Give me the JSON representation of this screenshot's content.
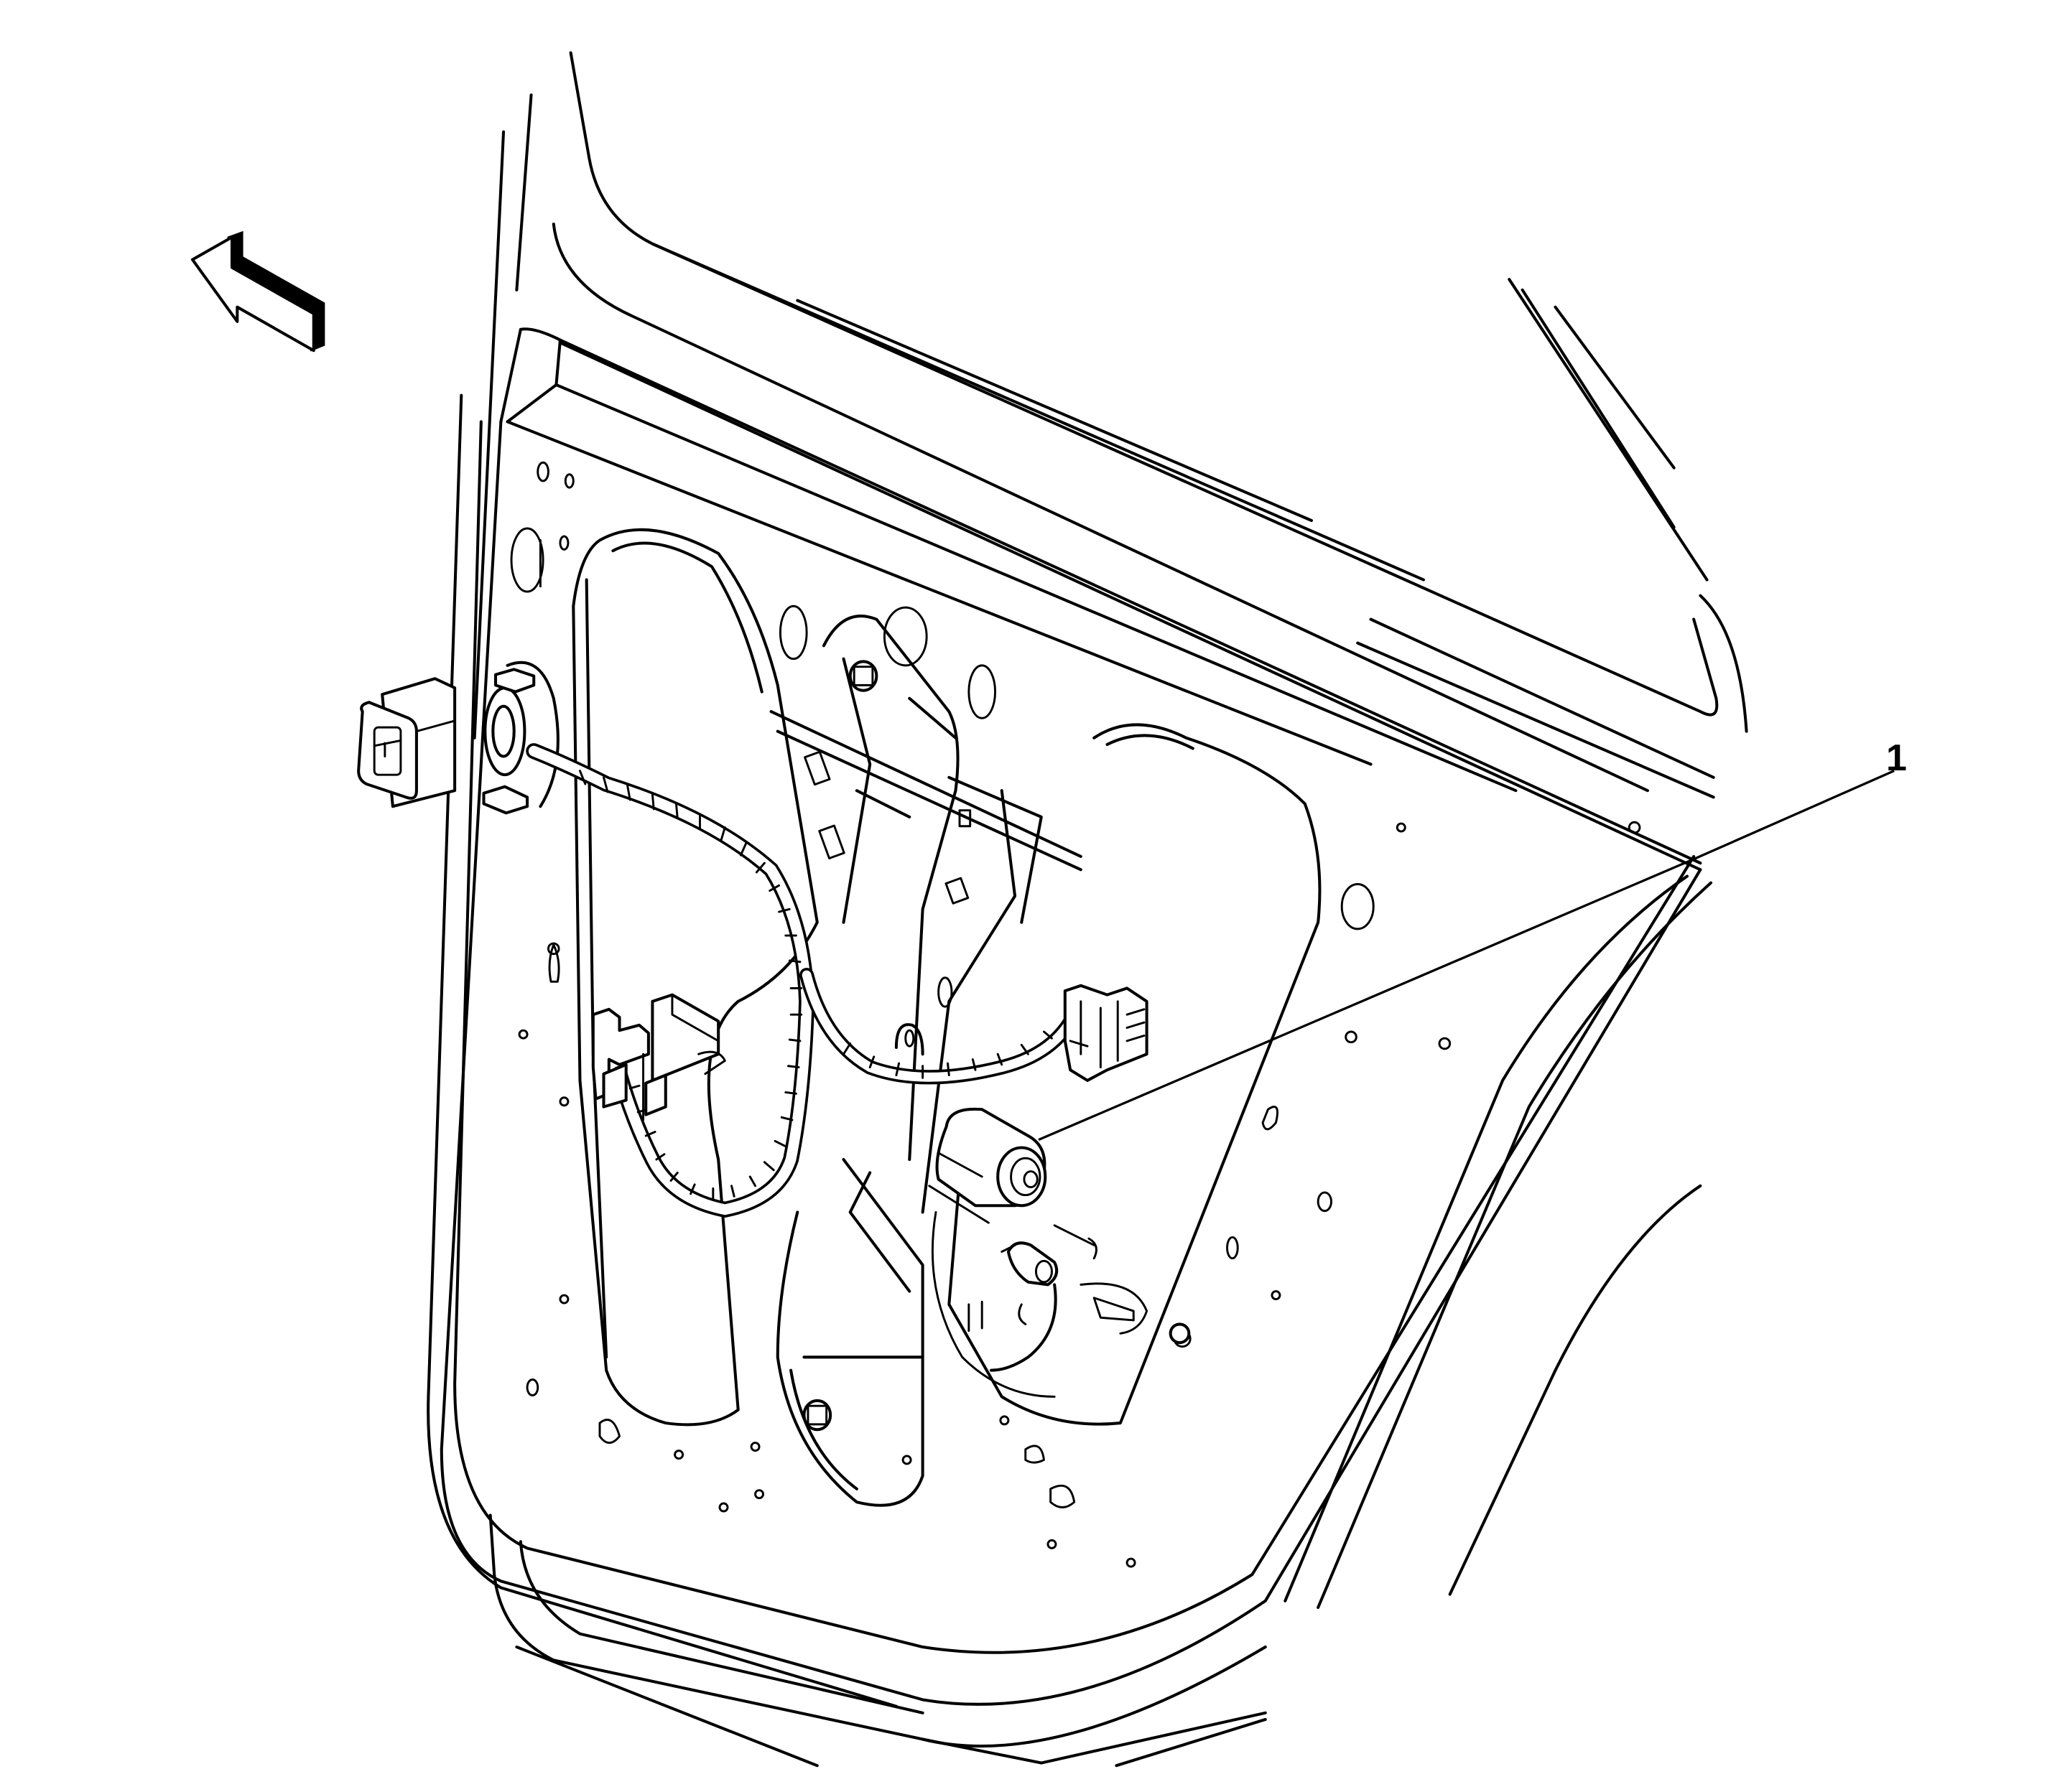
{
  "figure": {
    "description": "Rear door inner panel with window regulator motor",
    "line_color": "#000000",
    "background_color": "#ffffff",
    "view_arrow": {
      "direction": "up-left",
      "icon": "front-of-vehicle-arrow-icon"
    },
    "callouts": [
      {
        "number": "1",
        "target": "window-regulator-motor"
      }
    ],
    "components": [
      "door-outer-frame",
      "window-channel",
      "inner-panel",
      "access-openings",
      "wiring-harness",
      "harness-connector-left",
      "harness-connector-right",
      "door-edge-connector",
      "window-regulator-rail",
      "window-regulator-motor",
      "motor-connector",
      "regulator-bolts"
    ]
  }
}
